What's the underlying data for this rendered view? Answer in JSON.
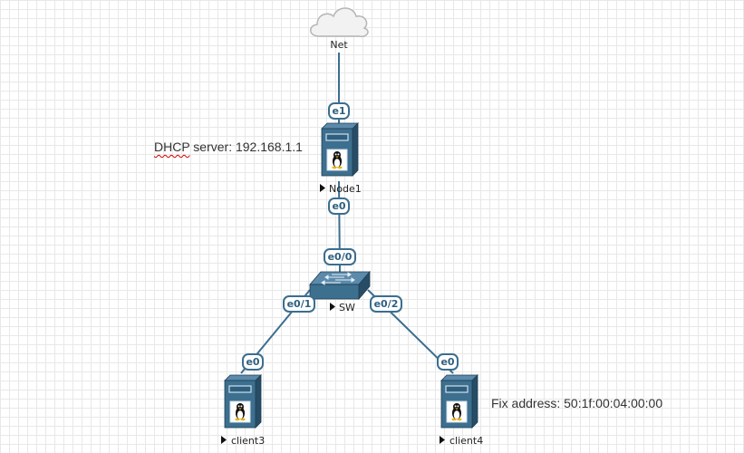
{
  "topology": {
    "cloud": {
      "label": "Net"
    },
    "nodes": {
      "node1": {
        "label": "Node1"
      },
      "sw": {
        "label": "SW"
      },
      "client3": {
        "label": "client3"
      },
      "client4": {
        "label": "client4"
      }
    },
    "ports": {
      "net_e1": "e1",
      "node1_e0": "e0",
      "sw_e0_0": "e0/0",
      "sw_e0_1": "e0/1",
      "sw_e0_2": "e0/2",
      "client3_e0": "e0",
      "client4_e0": "e0"
    }
  },
  "notes": {
    "dhcp_prefix": "DHCP",
    "dhcp_rest": " server: 192.168.1.1",
    "fix_address": "Fix address:  50:1f:00:04:00:00"
  },
  "colors": {
    "link": "#3b6e8f",
    "device_front": "#3d6f8f",
    "device_side": "#274d66",
    "device_top": "#5b8aab",
    "grid": "#e8e8e8"
  },
  "icons": {
    "cloud": "cloud-icon",
    "server": "linux-server-icon",
    "switch": "switch-icon",
    "play": "play-icon"
  }
}
